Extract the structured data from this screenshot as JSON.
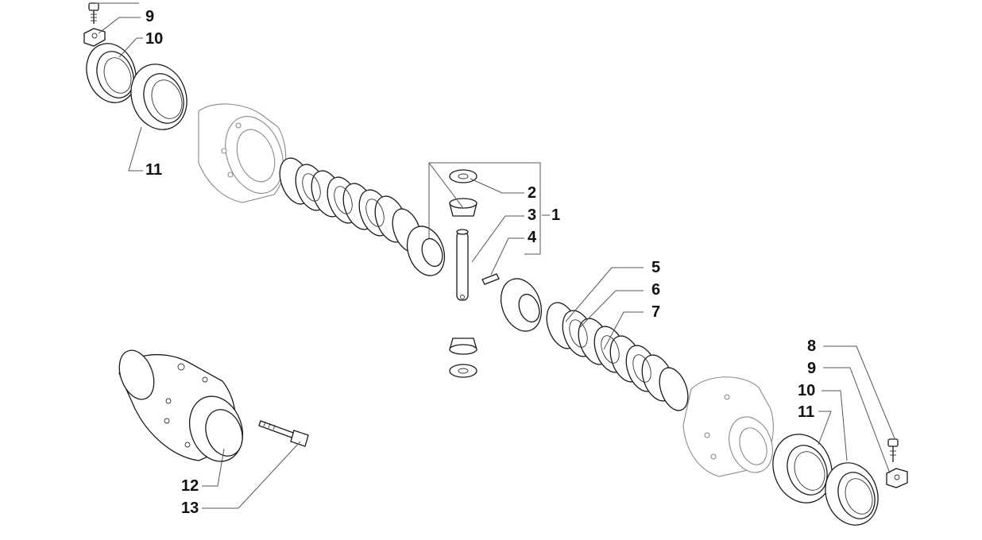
{
  "diagram": {
    "type": "exploded-parts-view",
    "callouts": [
      {
        "id": "c9-top",
        "text": "9"
      },
      {
        "id": "c10-top",
        "text": "10"
      },
      {
        "id": "c11-top",
        "text": "11"
      },
      {
        "id": "c2",
        "text": "2"
      },
      {
        "id": "c3",
        "text": "3"
      },
      {
        "id": "c1",
        "text": "1"
      },
      {
        "id": "c4",
        "text": "4"
      },
      {
        "id": "c5",
        "text": "5"
      },
      {
        "id": "c6",
        "text": "6"
      },
      {
        "id": "c7",
        "text": "7"
      },
      {
        "id": "c8",
        "text": "8"
      },
      {
        "id": "c9-bot",
        "text": "9"
      },
      {
        "id": "c10-bot",
        "text": "10"
      },
      {
        "id": "c11-bot",
        "text": "11"
      },
      {
        "id": "c12",
        "text": "12"
      },
      {
        "id": "c13",
        "text": "13"
      }
    ]
  }
}
